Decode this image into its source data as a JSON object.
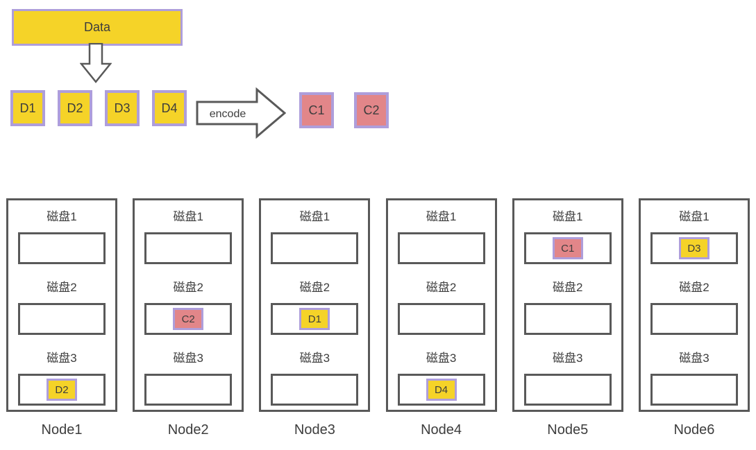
{
  "colors": {
    "data_fill": "#f5d328",
    "parity_fill": "#e28689",
    "chunk_border": "#ae9edb",
    "outline": "#595959",
    "text": "#3d3d3d"
  },
  "top": {
    "data_label": "Data",
    "encode_label": "encode",
    "data_chunks": [
      "D1",
      "D2",
      "D3",
      "D4"
    ],
    "coded_chunks": [
      "C1",
      "C2"
    ]
  },
  "nodes": [
    {
      "label": "Node1",
      "disks": [
        {
          "label": "磁盘1",
          "chunk": null
        },
        {
          "label": "磁盘2",
          "chunk": null
        },
        {
          "label": "磁盘3",
          "chunk": {
            "label": "D2",
            "type": "data"
          }
        }
      ]
    },
    {
      "label": "Node2",
      "disks": [
        {
          "label": "磁盘1",
          "chunk": null
        },
        {
          "label": "磁盘2",
          "chunk": {
            "label": "C2",
            "type": "parity"
          }
        },
        {
          "label": "磁盘3",
          "chunk": null
        }
      ]
    },
    {
      "label": "Node3",
      "disks": [
        {
          "label": "磁盘1",
          "chunk": null
        },
        {
          "label": "磁盘2",
          "chunk": {
            "label": "D1",
            "type": "data"
          }
        },
        {
          "label": "磁盘3",
          "chunk": null
        }
      ]
    },
    {
      "label": "Node4",
      "disks": [
        {
          "label": "磁盘1",
          "chunk": null
        },
        {
          "label": "磁盘2",
          "chunk": null
        },
        {
          "label": "磁盘3",
          "chunk": {
            "label": "D4",
            "type": "data"
          }
        }
      ]
    },
    {
      "label": "Node5",
      "disks": [
        {
          "label": "磁盘1",
          "chunk": {
            "label": "C1",
            "type": "parity"
          }
        },
        {
          "label": "磁盘2",
          "chunk": null
        },
        {
          "label": "磁盘3",
          "chunk": null
        }
      ]
    },
    {
      "label": "Node6",
      "disks": [
        {
          "label": "磁盘1",
          "chunk": {
            "label": "D3",
            "type": "data"
          }
        },
        {
          "label": "磁盘2",
          "chunk": null
        },
        {
          "label": "磁盘3",
          "chunk": null
        }
      ]
    }
  ]
}
